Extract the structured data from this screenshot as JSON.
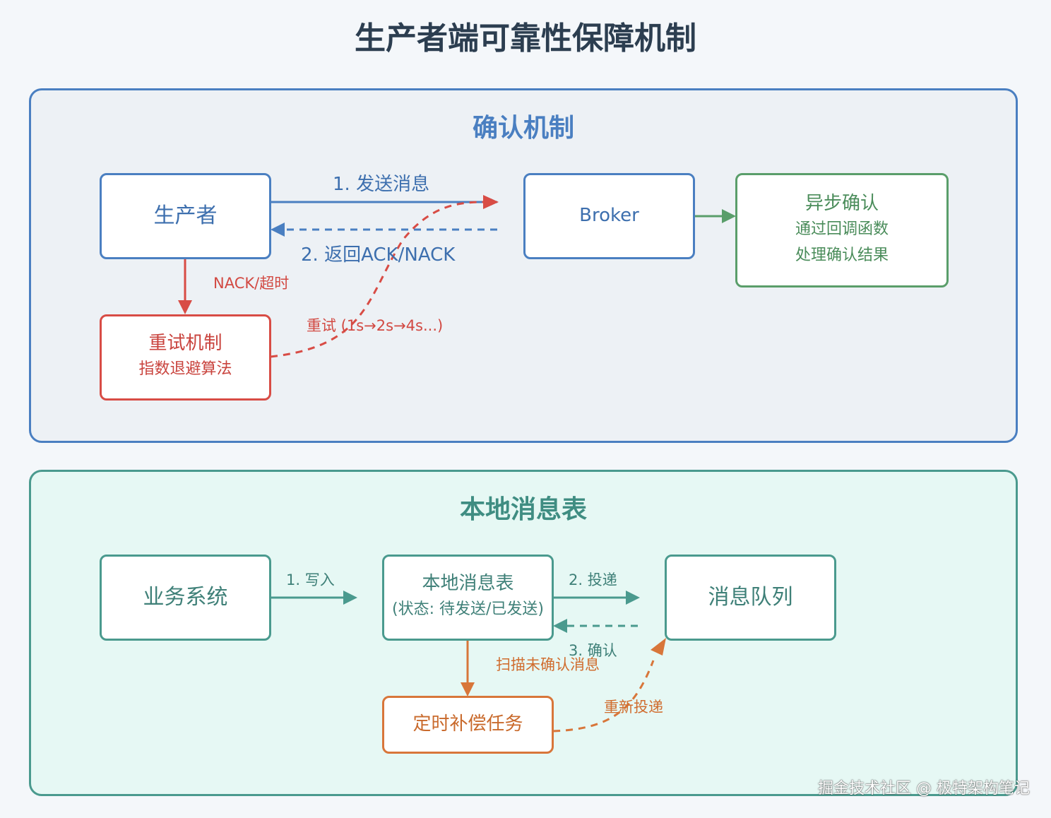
{
  "title": "生产者端可靠性保障机制",
  "colors": {
    "blue": "#4a7fc1",
    "green": "#5a9e6a",
    "red": "#d84c45",
    "teal": "#4a9a8e",
    "orange": "#d8763a"
  },
  "ack_section": {
    "title": "确认机制",
    "producer": "生产者",
    "broker": "Broker",
    "async": {
      "title": "异步确认",
      "line1": "通过回调函数",
      "line2": "处理确认结果"
    },
    "retry": {
      "title": "重试机制",
      "subtitle": "指数退避算法"
    },
    "labels": {
      "send": "1. 发送消息",
      "return": "2. 返回ACK/NACK",
      "nack": "NACK/超时",
      "retry": "重试 (1s→2s→4s...)"
    }
  },
  "local_section": {
    "title": "本地消息表",
    "business": "业务系统",
    "table": {
      "title": "本地消息表",
      "subtitle": "(状态: 待发送/已发送)"
    },
    "queue": "消息队列",
    "task": "定时补偿任务",
    "labels": {
      "write": "1. 写入",
      "deliver": "2. 投递",
      "confirm": "3. 确认",
      "scan": "扫描未确认消息",
      "redeliver": "重新投递"
    }
  },
  "watermark": "掘金技术社区 @ 极特架构笔记"
}
